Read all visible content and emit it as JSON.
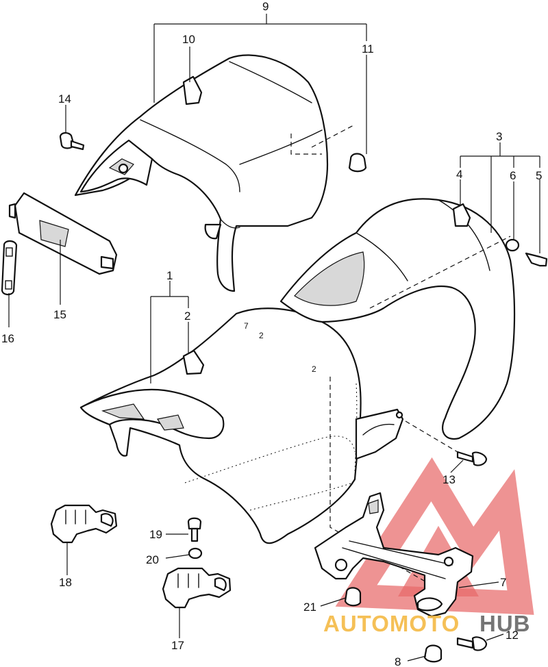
{
  "labels": {
    "l1": "1",
    "l2": "2",
    "l3": "3",
    "l4": "4",
    "l5": "5",
    "l6": "6",
    "l7": "7",
    "l8": "8",
    "l9": "9",
    "l10": "10",
    "l11": "11",
    "l12": "12",
    "l13": "13",
    "l14": "14",
    "l15": "15",
    "l16": "16",
    "l17": "17",
    "l18": "18",
    "l19": "19",
    "l20": "20",
    "l21": "21"
  },
  "watermark": {
    "part1": "AUTOMOTO",
    "part2": "HUB"
  },
  "colors": {
    "line": "#111111",
    "watermark_triangle": "#e86a6a",
    "watermark_orange": "#f4b63a",
    "watermark_gray": "#5e5e5e"
  }
}
